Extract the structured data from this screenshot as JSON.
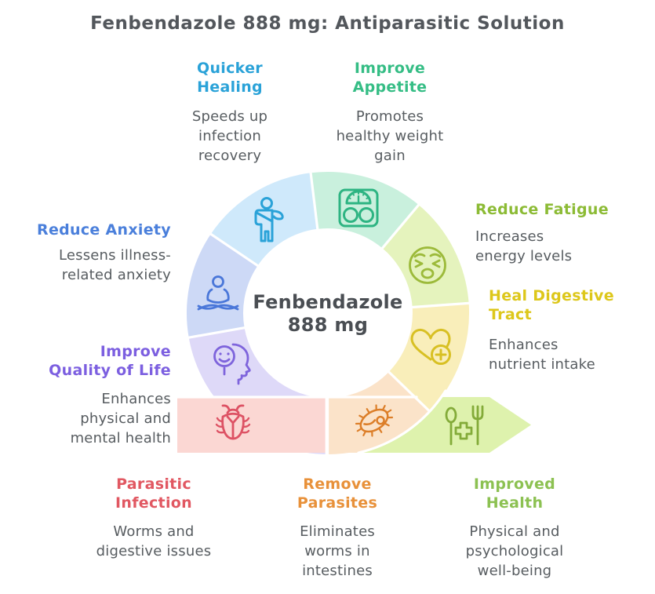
{
  "title": "Fenbendazole 888 mg: Antiparasitic Solution",
  "title_color": "#53575c",
  "text_color": "#575c60",
  "center_label": "Fenbendazole\n888 mg",
  "center_color": "#4a4e53",
  "benefits": [
    {
      "id": "quicker-healing",
      "heading": "Quicker\nHealing",
      "description": "Speeds up\ninfection\nrecovery",
      "heading_color": "#2aa2d8",
      "segment_color": "#cfe9fb",
      "icon": "injured-arm-person-icon",
      "icon_color": "#2aa2d8"
    },
    {
      "id": "improve-appetite",
      "heading": "Improve\nAppetite",
      "description": "Promotes\nhealthy weight\ngain",
      "heading_color": "#35bd85",
      "segment_color": "#c9f0dd",
      "icon": "weighing-scale-icon",
      "icon_color": "#2db482"
    },
    {
      "id": "reduce-fatigue",
      "heading": "Reduce Fatigue",
      "description": "Increases\nenergy levels",
      "heading_color": "#8cbb35",
      "segment_color": "#e5f3bd",
      "icon": "weary-face-icon",
      "icon_color": "#9cba3a"
    },
    {
      "id": "heal-digestive-tract",
      "heading": "Heal Digestive\nTract",
      "description": "Enhances\nnutrient intake",
      "heading_color": "#ddc71a",
      "segment_color": "#f9eeba",
      "icon": "heart-plus-icon",
      "icon_color": "#d8c023"
    },
    {
      "id": "improved-health",
      "heading": "Improved\nHealth",
      "description": "Physical and\npsychological\nwell-being",
      "heading_color": "#8cc152",
      "segment_color": "#def2ad",
      "icon": "cutlery-medical-cross-icon",
      "icon_color": "#83ab39"
    },
    {
      "id": "remove-parasites",
      "heading": "Remove\nParasites",
      "description": "Eliminates\nworms in\nintestines",
      "heading_color": "#e8913a",
      "segment_color": "#fbe3c9",
      "icon": "parasite-icon",
      "icon_color": "#dc7e28"
    },
    {
      "id": "parasitic-infection",
      "heading": "Parasitic\nInfection",
      "description": "Worms and\ndigestive issues",
      "heading_color": "#e15862",
      "segment_color": "#fbd7d3",
      "icon": "beetle-icon",
      "icon_color": "#dd5264"
    },
    {
      "id": "improve-quality-of-life",
      "heading": "Improve\nQuality of Life",
      "description": "Enhances\nphysical and\nmental health",
      "heading_color": "#7c5fe0",
      "segment_color": "#ded9f8",
      "icon": "head-smiley-icon",
      "icon_color": "#7e64dc"
    },
    {
      "id": "reduce-anxiety",
      "heading": "Reduce Anxiety",
      "description": "Lessens illness-\nrelated anxiety",
      "heading_color": "#4a7fdb",
      "segment_color": "#cdd9f6",
      "icon": "meditation-person-icon",
      "icon_color": "#4a77d9"
    }
  ]
}
